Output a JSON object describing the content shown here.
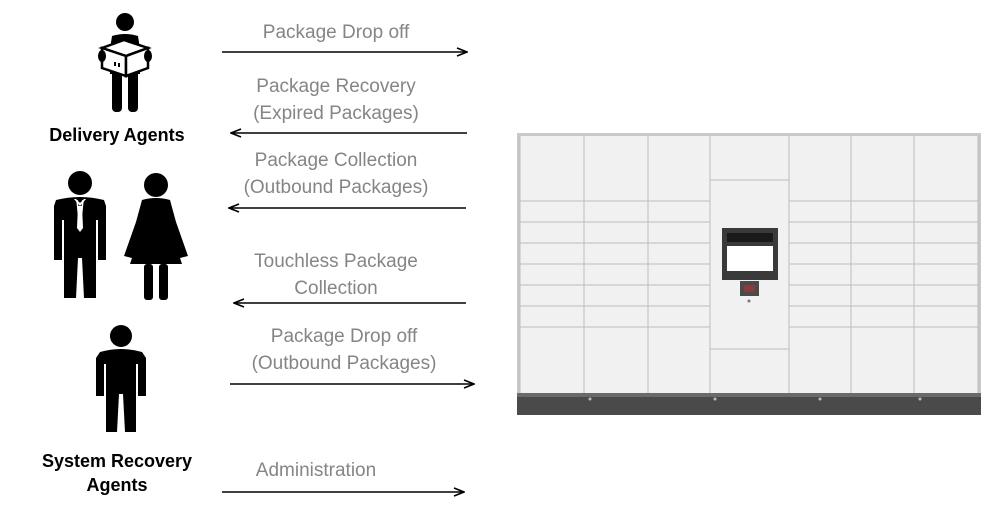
{
  "actors": {
    "delivery_agents": "Delivery Agents",
    "system_recovery_agents": {
      "line1": "System Recovery",
      "line2": "Agents"
    }
  },
  "flows": {
    "drop_off": "Package Drop off",
    "recovery": {
      "line1": "Package Recovery",
      "line2": "(Expired Packages)"
    },
    "collection": {
      "line1": "Package Collection",
      "line2": "(Outbound Packages)"
    },
    "touchless": {
      "line1": "Touchless Package",
      "line2": "Collection"
    },
    "drop_off_outbound": {
      "line1": "Package Drop off",
      "line2": "(Outbound Packages)"
    },
    "administration": "Administration"
  },
  "colors": {
    "label_gray": "#858585",
    "locker_body": "#f1f1f1",
    "locker_base": "#4a4a4a",
    "figure": "#000000"
  }
}
